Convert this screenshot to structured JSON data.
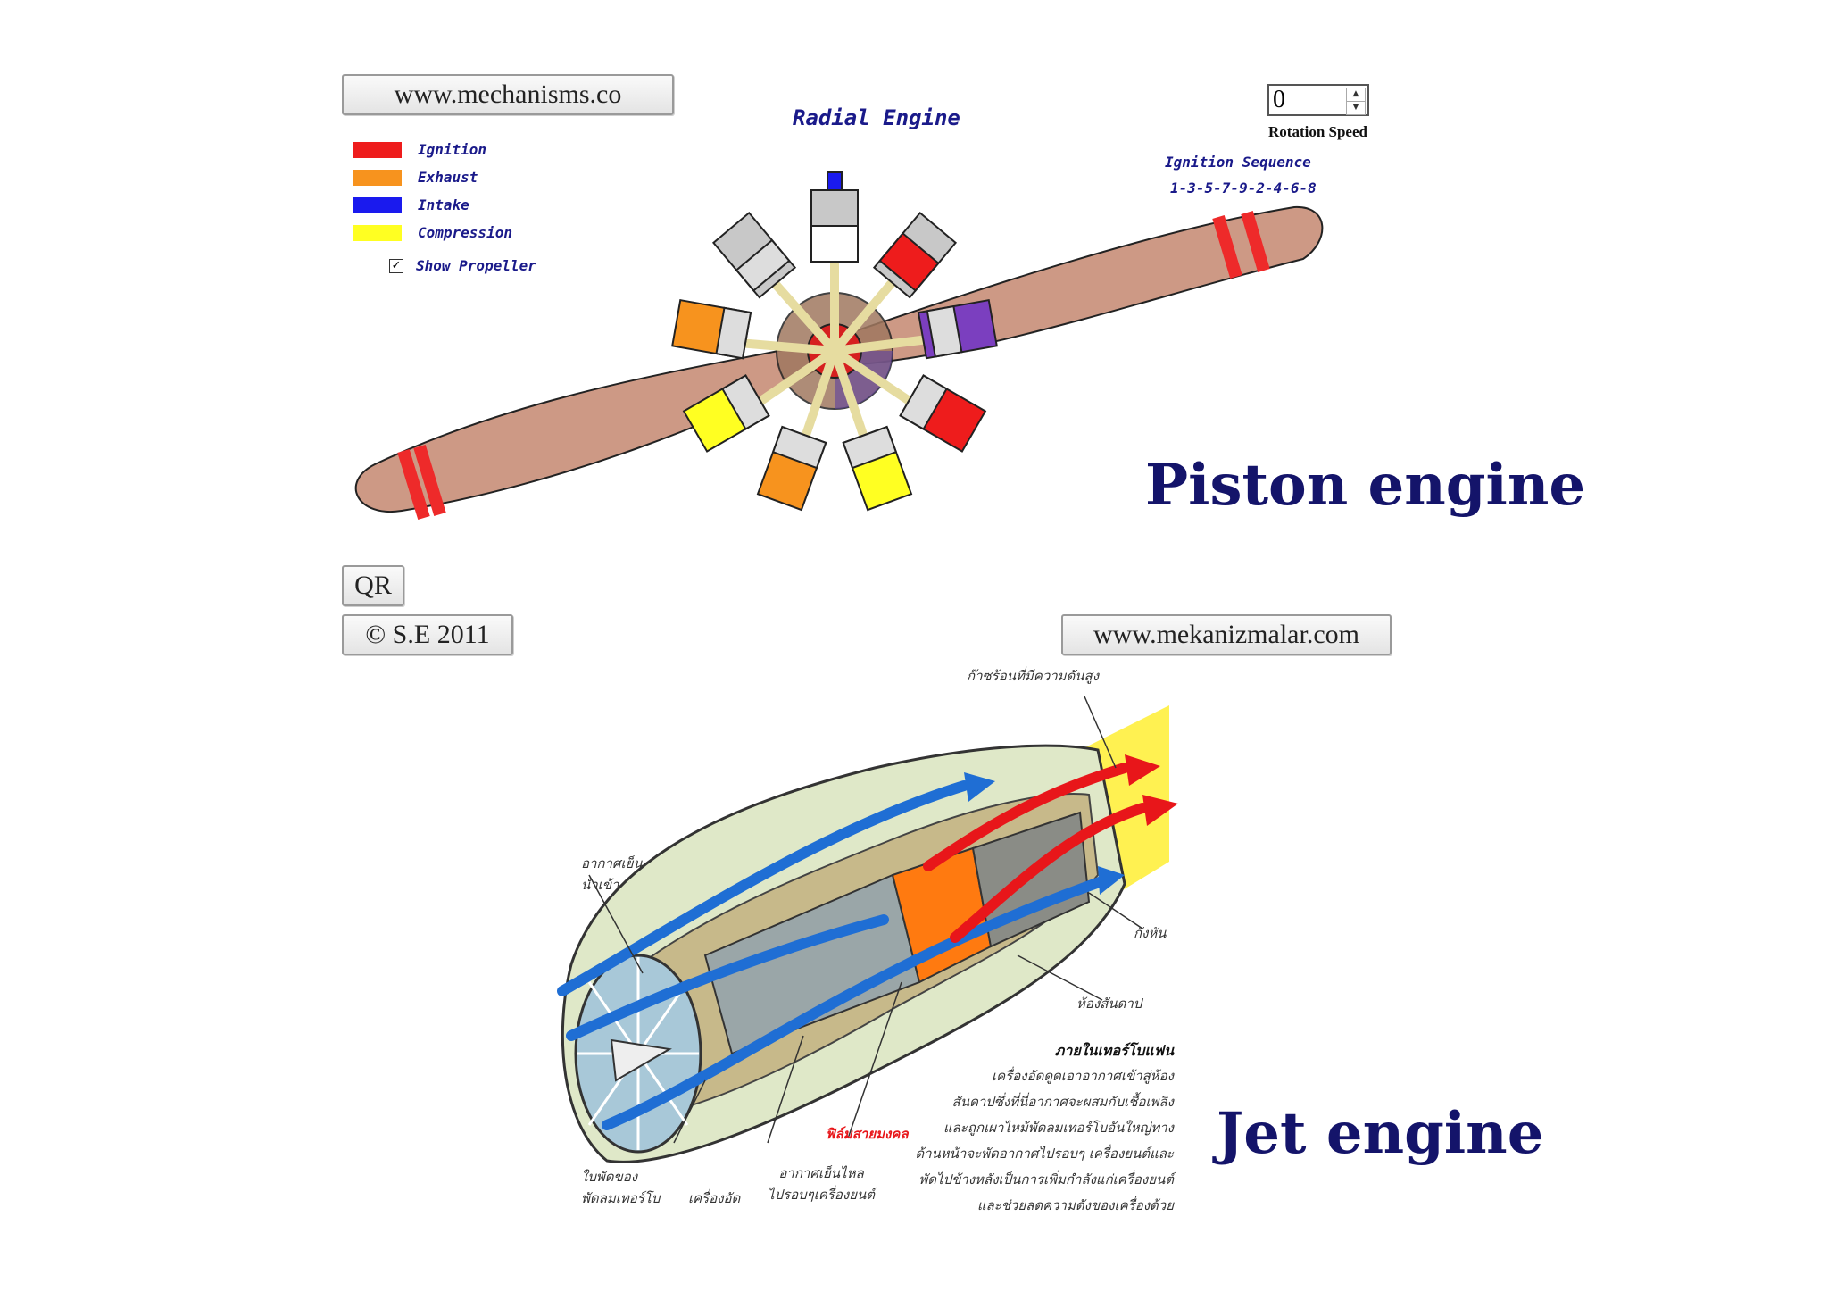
{
  "top": {
    "site_button": "www.mechanisms.co",
    "title": "Radial Engine",
    "legend": [
      {
        "label": "Ignition",
        "color": "#ee1c1c"
      },
      {
        "label": "Exhaust",
        "color": "#f7931e"
      },
      {
        "label": "Intake",
        "color": "#1a1aee"
      },
      {
        "label": "Compression",
        "color": "#ffff22"
      }
    ],
    "show_propeller_label": "Show Propeller",
    "show_propeller_checked": true,
    "rotation_speed_value": "0",
    "rotation_speed_label": "Rotation Speed",
    "ignition_sequence_label": "Ignition Sequence",
    "ignition_sequence_value": "1-3-5-7-9-2-4-6-8",
    "qr_button": "QR",
    "copyright_button": "© S.E 2011",
    "caption": "Piston engine"
  },
  "bottom": {
    "site_button": "www.mekanizmalar.com",
    "caption": "Jet engine",
    "labels": {
      "hot_gas": "ก๊าซร้อนที่มีความดันสูง",
      "cold_air_in_1": "อากาศเย็น",
      "cold_air_in_2": "นำเข้า",
      "turbine": "กังหัน",
      "combustion": "ห้องสันดาป",
      "fan_blade_1": "ใบพัดของ",
      "fan_blade_2": "พัดลมเทอร์โบ",
      "compressor": "เครื่องอัด",
      "cold_air_out_1": "อากาศเย็นไหล",
      "cold_air_out_2": "ไปรอบๆเครื่องยนต์",
      "red_label": "ฟิล์มสายมงคล",
      "desc_title": "ภายในเทอร์โบแฟน",
      "desc_lines": [
        "เครื่องอัดดูดเอาอากาศเข้าสู่ห้อง",
        "สันดาปซึ่งที่นี่อากาศจะผสมกับเชื้อเพลิง",
        "และถูกเผาไหม้พัดลมเทอร์โบอันใหญ่ทาง",
        "ด้านหน้าจะพัดอากาศไปรอบๆ เครื่องยนต์และ",
        "พัดไปข้างหลังเป็นการเพิ่มกำลังแก่เครื่องยนต์",
        "และช่วยลดความดังของเครื่องด้วย"
      ]
    }
  }
}
